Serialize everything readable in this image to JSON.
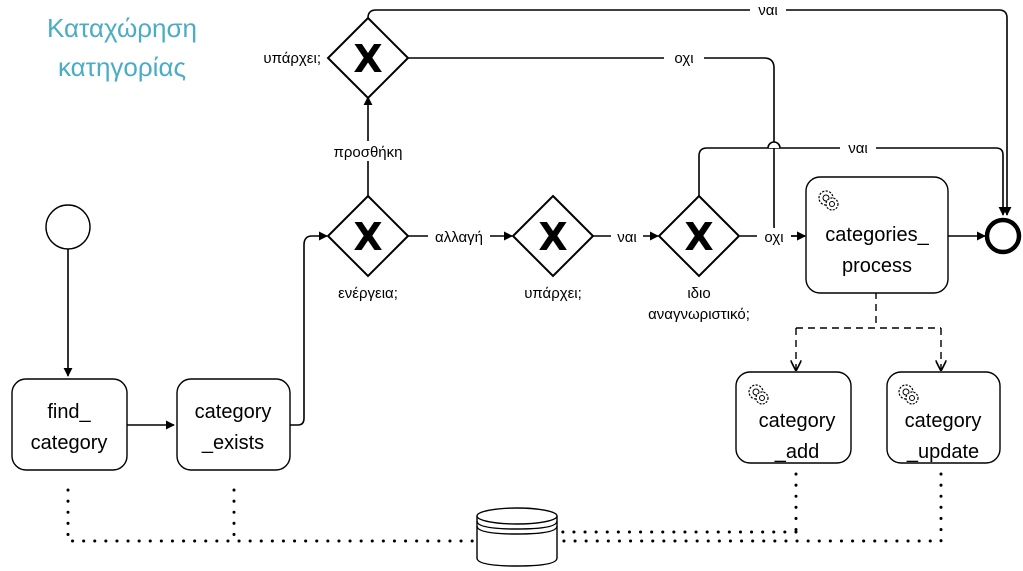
{
  "title": {
    "line1": "Καταχώρηση",
    "line2": "κατηγορίας"
  },
  "colors": {
    "title": "#4bacc6",
    "stroke": "#000000",
    "background": "#ffffff"
  },
  "tasks": {
    "find_category": {
      "line1": "find_",
      "line2": "category"
    },
    "category_exists": {
      "line1": "category",
      "line2": "_exists"
    },
    "categories_process": {
      "line1": "categories_",
      "line2": "process",
      "icon": "gear-icon"
    },
    "category_add": {
      "line1": "category",
      "line2": "_add",
      "icon": "gear-icon"
    },
    "category_update": {
      "line1": "category",
      "line2": "_update",
      "icon": "gear-icon"
    }
  },
  "gateways": {
    "energeia": {
      "label": "ενέργεια;",
      "symbol": "X"
    },
    "yparxei_add": {
      "label": "υπάρχει;",
      "symbol": "X"
    },
    "yparxei_change": {
      "label": "υπάρχει;",
      "symbol": "X"
    },
    "idio_id": {
      "line1": "ιδιο",
      "line2": "αναγνωριστικό;",
      "symbol": "X"
    }
  },
  "flow_labels": {
    "prosthiki": "προσθήκη",
    "allagi": "αλλαγή",
    "nai_top": "ναι",
    "oxi_top": "οχι",
    "nai_mid": "ναι",
    "nai_change": "ναι",
    "oxi_change": "οχι"
  },
  "events": {
    "start": "start-event",
    "end": "end-event"
  },
  "data_store": "database-icon"
}
